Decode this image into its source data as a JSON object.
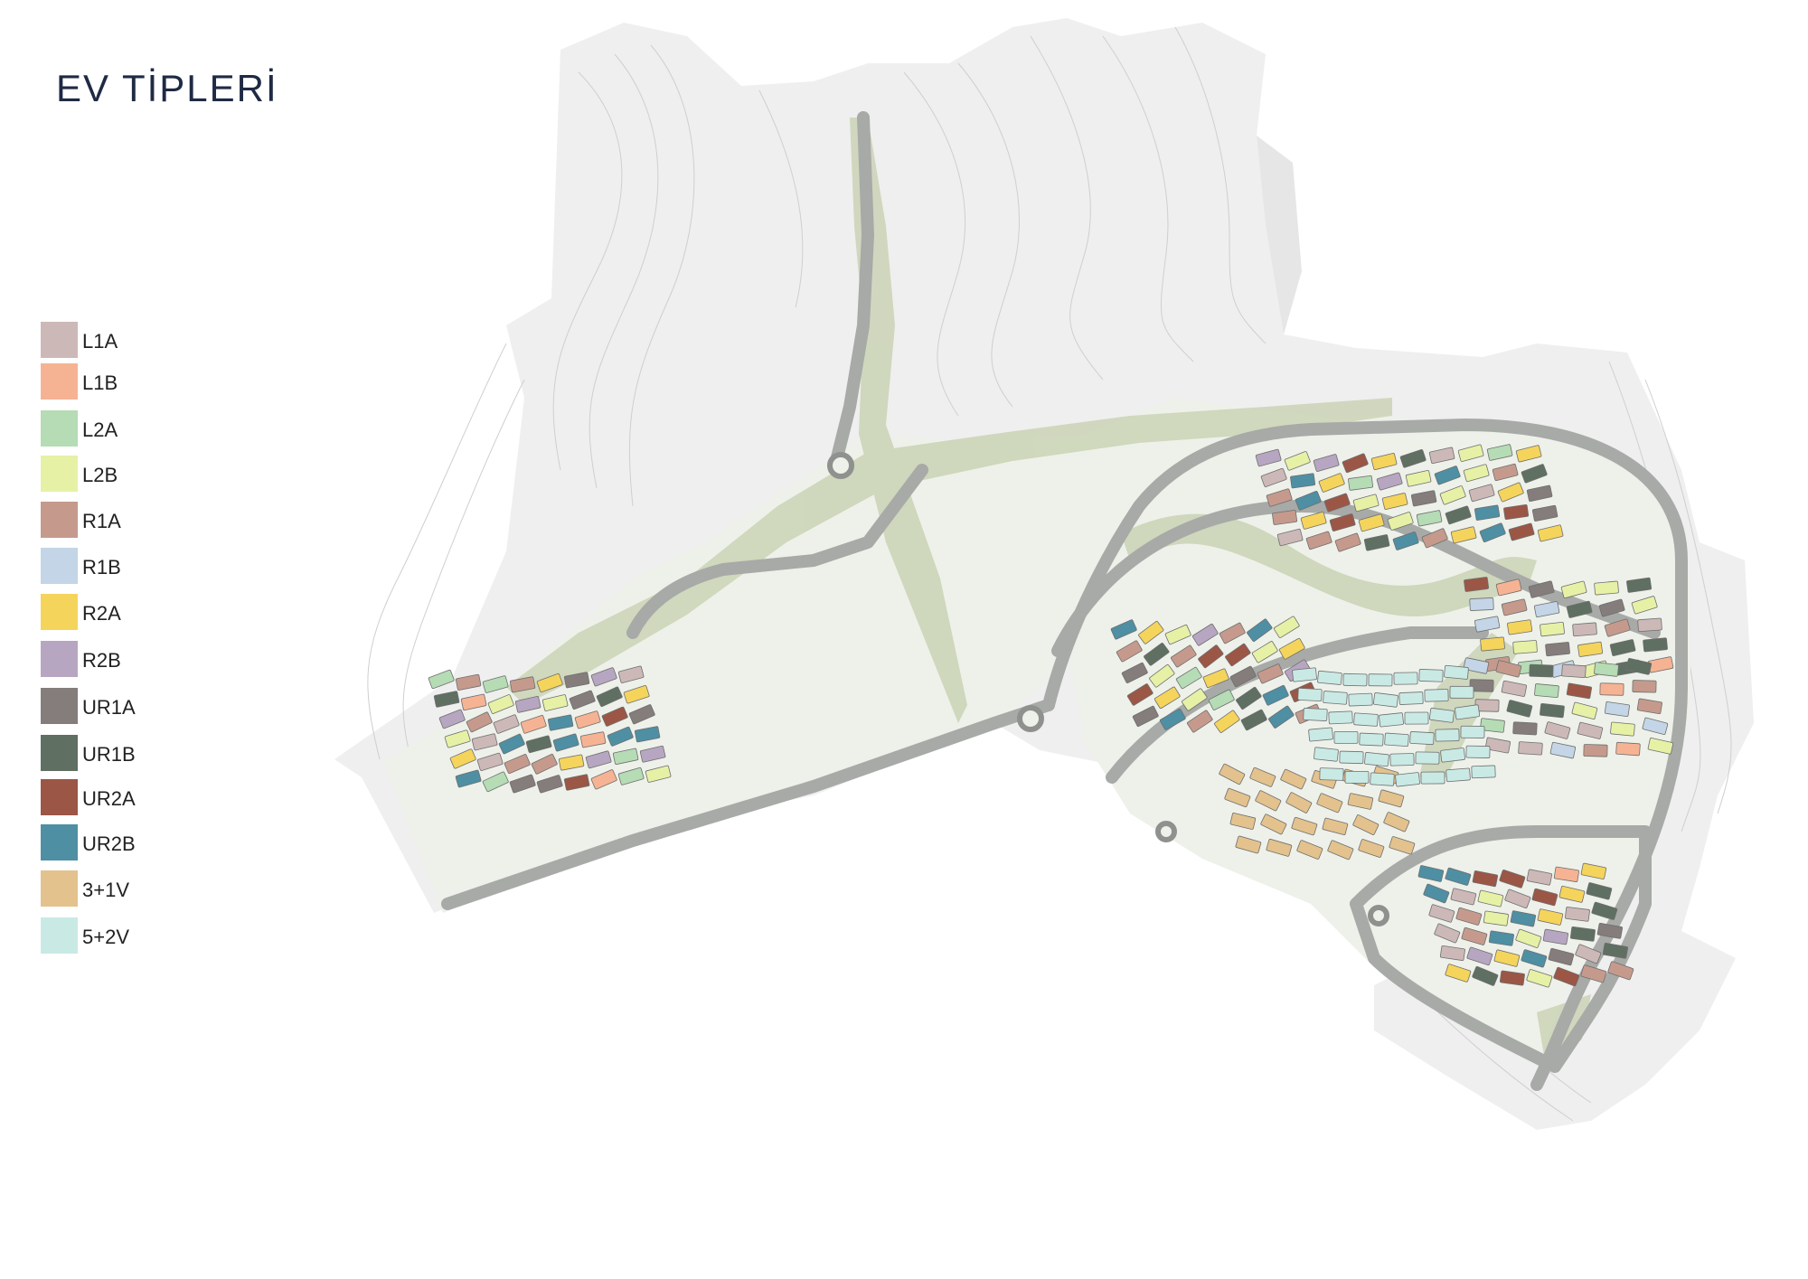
{
  "title": "EV TİPLERİ",
  "legend": [
    {
      "label": "L1A",
      "color": "#cdb8b8"
    },
    {
      "label": "L1B",
      "color": "#f6b393"
    },
    {
      "label": "L2A",
      "color": "#b5dcb5"
    },
    {
      "label": "L2B",
      "color": "#e6f1a6"
    },
    {
      "label": "R1A",
      "color": "#c59a8c"
    },
    {
      "label": "R1B",
      "color": "#c3d5e6"
    },
    {
      "label": "R2A",
      "color": "#f5d45c"
    },
    {
      "label": "R2B",
      "color": "#b7a6c1"
    },
    {
      "label": "UR1A",
      "color": "#847d7b"
    },
    {
      "label": "UR1B",
      "color": "#5f6f62"
    },
    {
      "label": "UR2A",
      "color": "#9b5646"
    },
    {
      "label": "UR2B",
      "color": "#4e8fa4"
    },
    {
      "label": "3+1V",
      "color": "#e3c28d"
    },
    {
      "label": "5+2V",
      "color": "#c9e9e4"
    }
  ],
  "map": {
    "terrain_color": "#efefef",
    "contour_color": "#cfcfcf",
    "site_color": "#eef1ea",
    "green_color": "#c5cfad",
    "road_color": "#a7aaa7",
    "road_edge_color": "#8e918e"
  }
}
